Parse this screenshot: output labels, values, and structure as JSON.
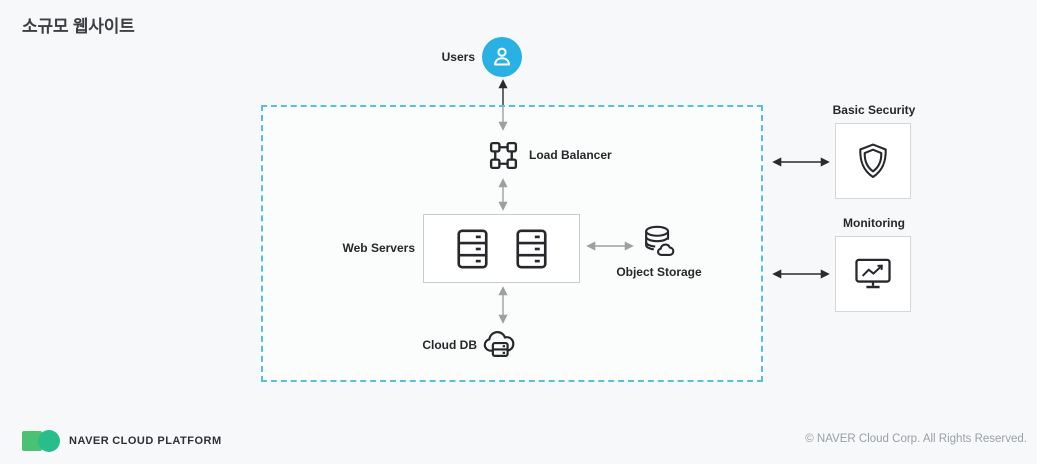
{
  "page": {
    "title": "소규모 웹사이트",
    "background_color": "#f7f8f9"
  },
  "diagram": {
    "users": {
      "label": "Users",
      "icon": "user-icon",
      "circle_color": "#29b1e3"
    },
    "group_box": {
      "border_style": "dashed",
      "border_color": "#58c1d9"
    },
    "load_balancer": {
      "label": "Load Balancer",
      "icon": "load-balancer-icon"
    },
    "web_servers": {
      "label": "Web Servers",
      "icon": "server-icon",
      "server_count": 2
    },
    "object_storage": {
      "label": "Object Storage",
      "icon": "object-storage-icon"
    },
    "cloud_db": {
      "label": "Cloud DB",
      "icon": "cloud-db-icon"
    },
    "services": [
      {
        "label": "Basic Security",
        "icon": "shield-icon"
      },
      {
        "label": "Monitoring",
        "icon": "monitor-chart-icon"
      }
    ],
    "arrow_color": "#2b2b2b"
  },
  "footer": {
    "brand_bold": "NAVER",
    "brand_rest": "CLOUD PLATFORM",
    "logo_square_color": "#4bc173",
    "logo_circle_color": "#28bd8b",
    "copyright": "© NAVER Cloud Corp. All Rights Reserved."
  }
}
